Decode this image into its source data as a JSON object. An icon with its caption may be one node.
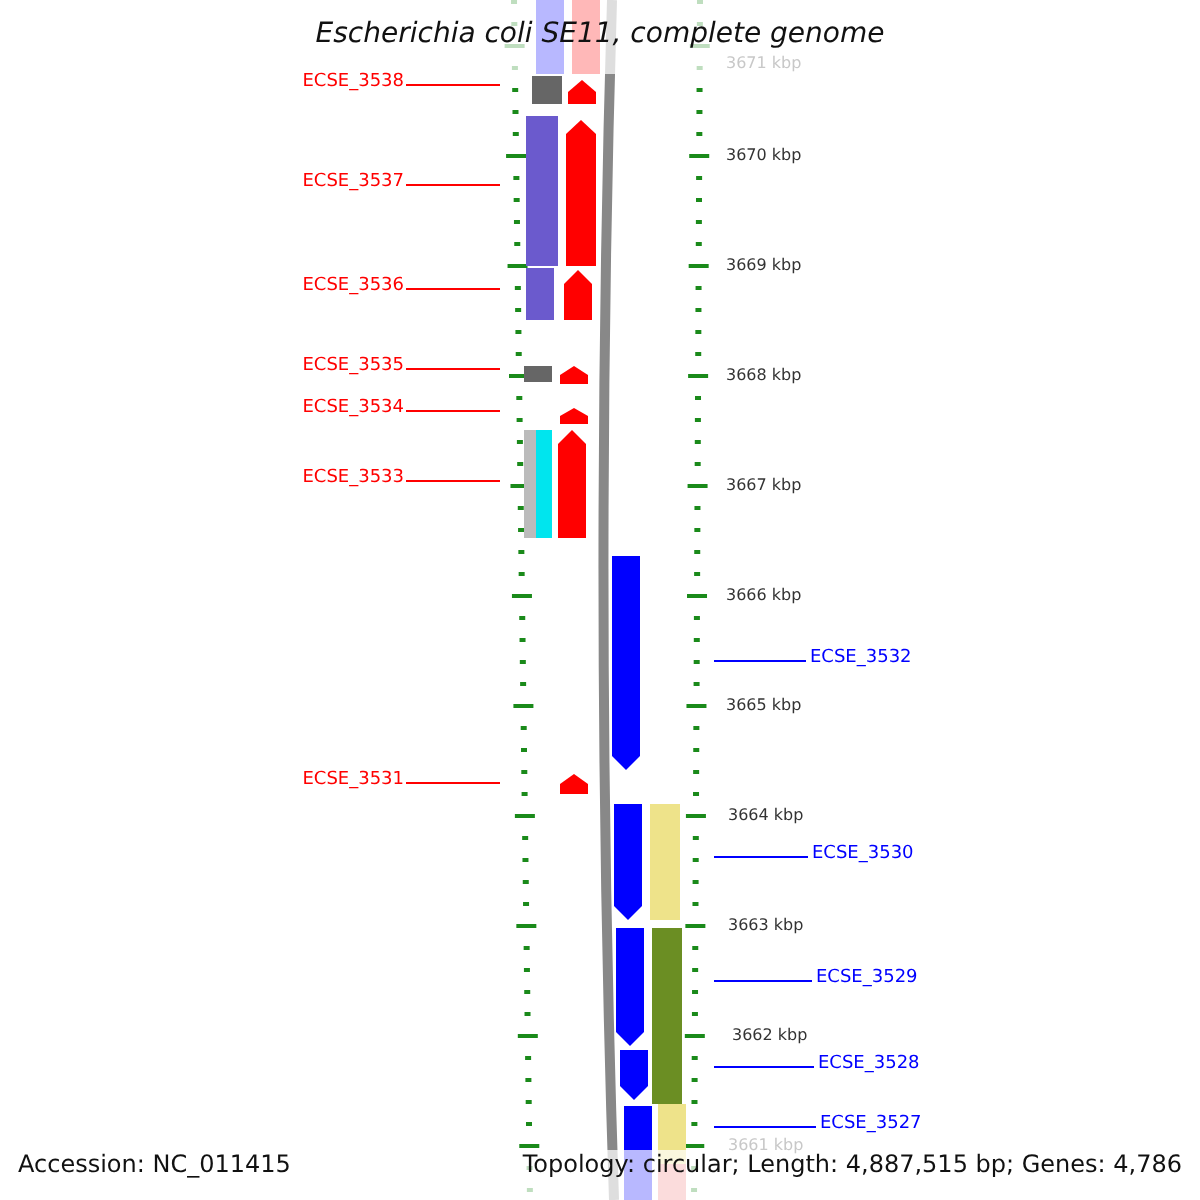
{
  "diagram": {
    "title": "Escherichia coli SE11, complete genome",
    "nodes": [
      {
        "text": [
          "ECSE_3538"
        ]
      },
      {
        "text": [
          "ECSE_3537"
        ]
      },
      {
        "text": [
          "ECSE_3536"
        ]
      },
      {
        "text": [
          "ECSE_3535"
        ]
      },
      {
        "text": [
          "ECSE_3534"
        ]
      },
      {
        "text": [
          "ECSE_3533"
        ]
      },
      {
        "text": [
          "ECSE_3532"
        ]
      },
      {
        "text": [
          "ECSE_3531"
        ]
      },
      {
        "text": [
          "ECSE_3530"
        ]
      },
      {
        "text": [
          "ECSE_3529"
        ]
      },
      {
        "text": [
          "ECSE_3528"
        ]
      },
      {
        "text": [
          "ECSE_3527"
        ]
      },
      {
        "text": [],
        "shape": "picture"
      }
    ],
    "edges": [
      {
        "from": 0,
        "to": 12,
        "arrow": "none"
      },
      {
        "from": 1,
        "to": 12,
        "arrow": "none"
      },
      {
        "from": 2,
        "to": 12,
        "arrow": "none"
      },
      {
        "from": 3,
        "to": 12,
        "arrow": "none"
      },
      {
        "from": 4,
        "to": 12,
        "arrow": "none"
      },
      {
        "from": 5,
        "to": 12,
        "arrow": "none"
      },
      {
        "from": 6,
        "to": 12,
        "arrow": "none",
        "color": "#0000ff"
      },
      {
        "from": 7,
        "to": 12,
        "arrow": "none"
      },
      {
        "from": 8,
        "to": 12,
        "arrow": "none",
        "color": "#0000ff"
      },
      {
        "from": 9,
        "to": 12,
        "arrow": "none",
        "color": "#0000ff"
      },
      {
        "from": 10,
        "to": 12,
        "arrow": "none",
        "color": "#0000ff"
      },
      {
        "from": 11,
        "to": 12,
        "arrow": "none",
        "color": "#0000ff"
      }
    ],
    "labels": [
      "3671 kbp",
      "3670 kbp",
      "3669 kbp",
      "3668 kbp",
      "3667 kbp",
      "3666 kbp",
      "3665 kbp",
      "3664 kbp",
      "3663 kbp",
      "3662 kbp",
      "3661 kbp",
      "Accession: NC_011415",
      "Topology: circular; Length: 4,887,515 bp; Genes: 4,786"
    ]
  }
}
